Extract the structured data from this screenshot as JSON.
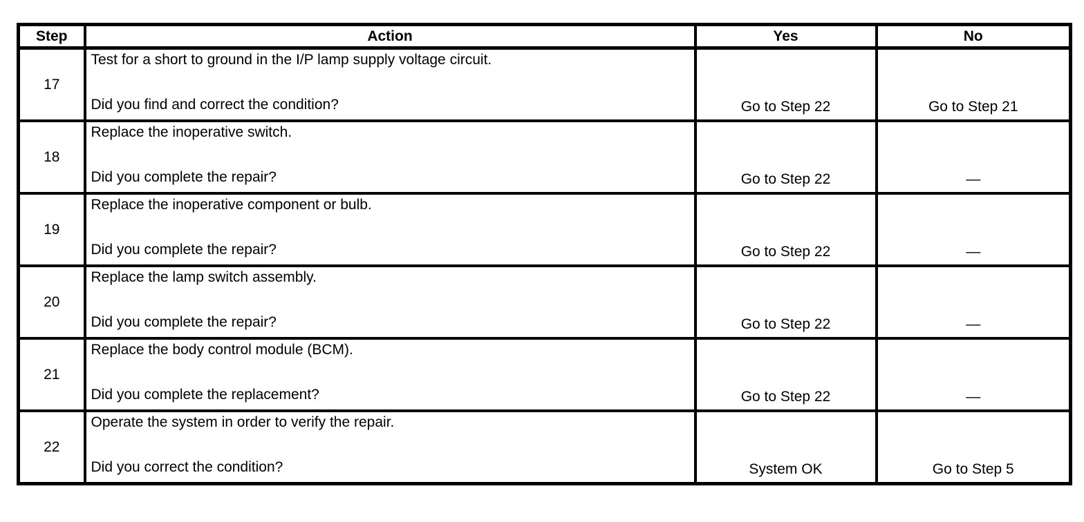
{
  "colors": {
    "text": "#000000",
    "background": "#ffffff",
    "border": "#000000"
  },
  "table": {
    "headers": {
      "step": "Step",
      "action": "Action",
      "yes": "Yes",
      "no": "No"
    },
    "rows": [
      {
        "step": "17",
        "action_line1": "Test for a short to ground in the I/P lamp supply voltage circuit.",
        "action_line2": "Did you find and correct the condition?",
        "yes": "Go to Step 22",
        "no": "Go to Step 21"
      },
      {
        "step": "18",
        "action_line1": "Replace the inoperative switch.",
        "action_line2": "Did you complete the repair?",
        "yes": "Go to Step 22",
        "no": "—"
      },
      {
        "step": "19",
        "action_line1": "Replace the inoperative component or bulb.",
        "action_line2": "Did you complete the repair?",
        "yes": "Go to Step 22",
        "no": "—"
      },
      {
        "step": "20",
        "action_line1": "Replace the lamp switch assembly.",
        "action_line2": "Did you complete the repair?",
        "yes": "Go to Step 22",
        "no": "—"
      },
      {
        "step": "21",
        "action_line1": "Replace the body control module (BCM).",
        "action_line2": "Did you complete the replacement?",
        "yes": "Go to Step 22",
        "no": "—"
      },
      {
        "step": "22",
        "action_line1": "Operate the system in order to verify the repair.",
        "action_line2": "Did you correct the condition?",
        "yes": "System OK",
        "no": "Go to Step 5"
      }
    ]
  }
}
